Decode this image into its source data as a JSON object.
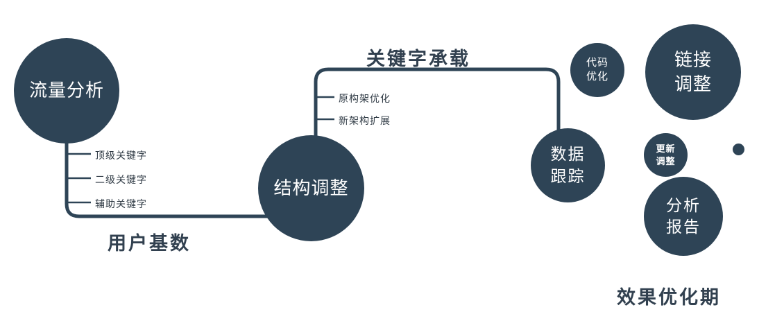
{
  "colors": {
    "primary": "#2e4456",
    "label_text": "#31404f",
    "circle_text": "#ffffff",
    "background": "#ffffff"
  },
  "nodes": {
    "traffic": {
      "label": "流量分析"
    },
    "structure": {
      "label": "结构调整"
    },
    "tracking": {
      "line1": "数据",
      "line2": "跟踪"
    },
    "code": {
      "line1": "代码",
      "line2": "优化"
    },
    "link": {
      "line1": "链接",
      "line2": "调整"
    },
    "update": {
      "line1": "更新",
      "line2": "调整"
    },
    "report": {
      "line1": "分析",
      "line2": "报告"
    }
  },
  "edges": {
    "user_base": "用户基数",
    "keyword_carry": "关键字承载"
  },
  "ticks": {
    "traffic": [
      "顶级关键字",
      "二级关键字",
      "辅助关键字"
    ],
    "structure": [
      "原构架优化",
      "新架构扩展"
    ]
  },
  "footer": "效果优化期"
}
